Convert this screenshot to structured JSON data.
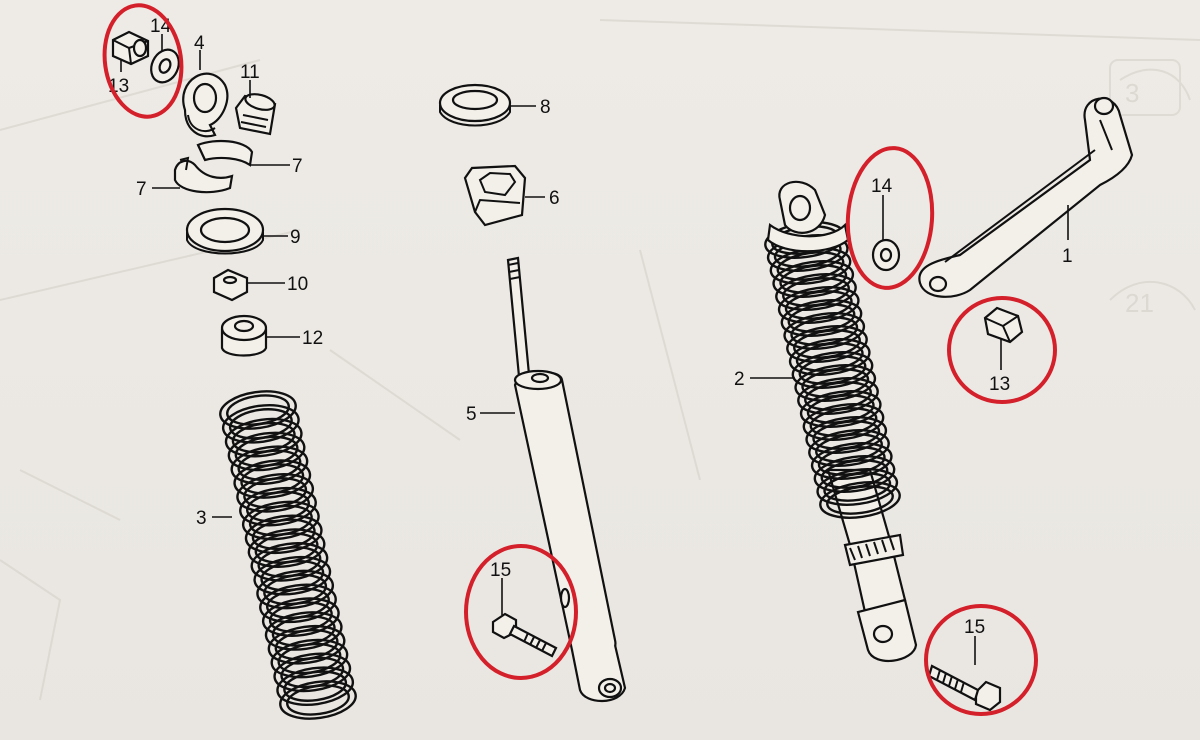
{
  "highlight_color": "#d4202a",
  "line_color": "#111111",
  "callouts": {
    "p1": "1",
    "p2": "2",
    "p3": "3",
    "p4": "4",
    "p5": "5",
    "p6": "6",
    "p7a": "7",
    "p7b": "7",
    "p8": "8",
    "p9": "9",
    "p10": "10",
    "p11": "11",
    "p12": "12",
    "p13a": "13",
    "p13b": "13",
    "p14a": "14",
    "p14b": "14",
    "p15a": "15",
    "p15b": "15"
  }
}
